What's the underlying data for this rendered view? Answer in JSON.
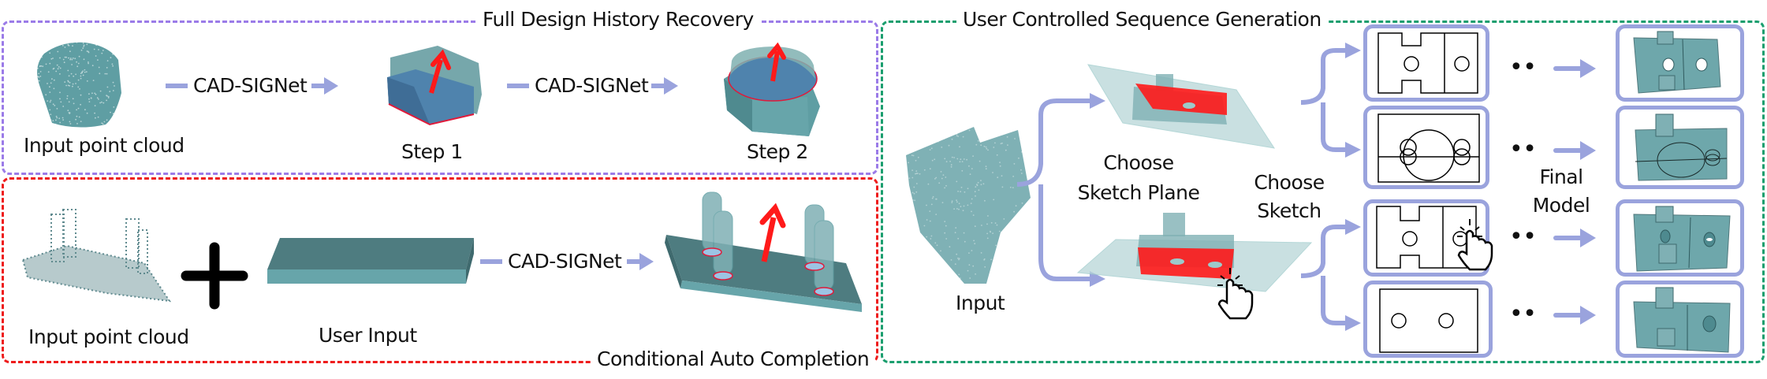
{
  "colors": {
    "full_history_border": "#9b7be8",
    "auto_completion_border": "#ee1c1c",
    "sequence_generation_border": "#1a9e6e",
    "arrow": "#9aa3dd",
    "teal": "#5f9ea3",
    "teal_dark": "#4e7c80",
    "blue_face": "#4f83ad",
    "selection_red": "#ff1a1a"
  },
  "panels": {
    "full_design_history": {
      "title": "Full Design History Recovery",
      "input_label": "Input point cloud",
      "model_label_1": "CAD-SIGNet",
      "model_label_2": "CAD-SIGNet",
      "step1_label": "Step 1",
      "step2_label": "Step 2"
    },
    "conditional_auto_completion": {
      "title": "Conditional Auto Completion",
      "input_label": "Input point cloud",
      "plus_symbol": "+",
      "user_input_label": "User Input",
      "model_label": "CAD-SIGNet"
    },
    "user_controlled_generation": {
      "title": "User Controlled Sequence Generation",
      "input_label": "Input",
      "choose_plane_line1": "Choose",
      "choose_plane_line2": "Sketch Plane",
      "choose_sketch_line1": "Choose",
      "choose_sketch_line2": "Sketch",
      "final_line1": "Final",
      "final_line2": "Model",
      "ellipsis": "••",
      "rows": [
        {
          "sketch": "h-shape-two-holes",
          "selected": false
        },
        {
          "sketch": "circles-overlay",
          "selected": false
        },
        {
          "sketch": "h-shape-two-holes",
          "selected": true
        },
        {
          "sketch": "plain-two-holes",
          "selected": false
        }
      ]
    }
  }
}
